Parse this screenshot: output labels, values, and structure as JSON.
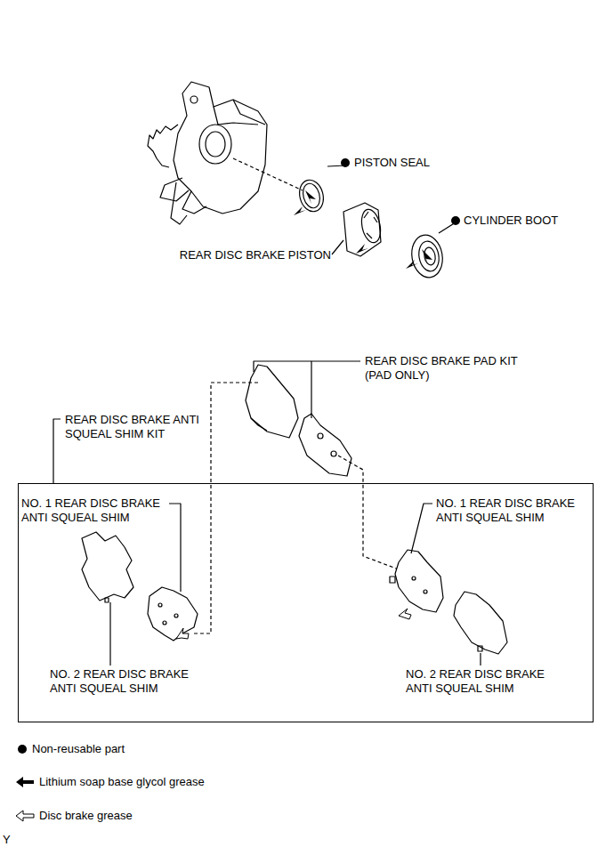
{
  "diagram": {
    "nodes": [
      {
        "text": [
          "REAR DISC BRAKE ANTI SQUEAL SHIM KIT"
        ]
      }
    ],
    "labels": [
      "PISTON SEAL",
      "REAR DISC BRAKE PISTON",
      "CYLINDER BOOT",
      "REAR DISC BRAKE PAD KIT (PAD ONLY)",
      "NO. 1 REAR DISC BRAKE ANTI SQUEAL SHIM",
      "NO. 1 REAR DISC BRAKE ANTI SQUEAL SHIM",
      "NO. 2 REAR DISC BRAKE ANTI SQUEAL SHIM",
      "NO. 2 REAR DISC BRAKE ANTI SQUEAL SHIM",
      "Y"
    ],
    "legend": [
      {
        "text": "Non-reusable part"
      },
      {
        "text": "Lithium soap base glycol grease"
      },
      {
        "text": "Disc brake grease"
      }
    ]
  }
}
